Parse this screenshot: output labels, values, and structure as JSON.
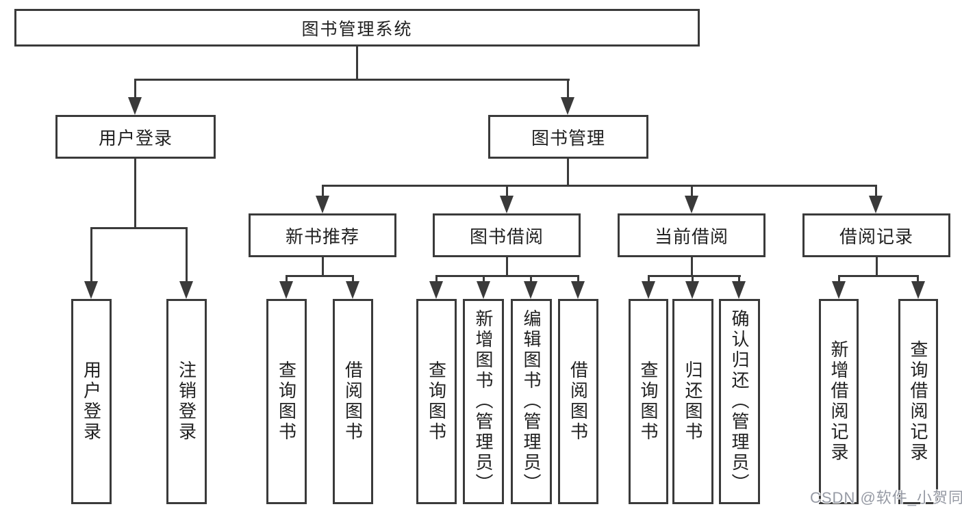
{
  "diagram_type": "hierarchy-tree",
  "colors": {
    "line": "#3a3a3a",
    "box_border": "#3a3a3a",
    "text": "#212121",
    "background": "#ffffff",
    "watermark": "#969aa4"
  },
  "nodes": {
    "root": "图书管理系统",
    "user_login": "用户登录",
    "book_mgmt": "图书管理",
    "new_book_rec": "新书推荐",
    "book_borrow": "图书借阅",
    "current_borrow": "当前借阅",
    "borrow_record": "借阅记录",
    "leaf_user_login": "用户登录",
    "leaf_logout": "注销登录",
    "leaf_query_books_1": "查询图书",
    "leaf_borrow_books_1": "借阅图书",
    "leaf_query_books_2": "查询图书",
    "leaf_add_books": "新增图书（管理员）",
    "leaf_edit_books": "编辑图书（管理员）",
    "leaf_borrow_books_2": "借阅图书",
    "leaf_query_books_3": "查询图书",
    "leaf_return_books": "归还图书",
    "leaf_confirm_return": "确认归还（管理员）",
    "leaf_add_borrow_record": "新增借阅记录",
    "leaf_query_borrow_record": "查询借阅记录"
  },
  "edges": [
    {
      "from": "root",
      "to": [
        "user_login",
        "book_mgmt"
      ]
    },
    {
      "from": "user_login",
      "to": [
        "leaf_user_login",
        "leaf_logout"
      ]
    },
    {
      "from": "book_mgmt",
      "to": [
        "new_book_rec",
        "book_borrow",
        "current_borrow",
        "borrow_record"
      ]
    },
    {
      "from": "new_book_rec",
      "to": [
        "leaf_query_books_1",
        "leaf_borrow_books_1"
      ]
    },
    {
      "from": "book_borrow",
      "to": [
        "leaf_query_books_2",
        "leaf_add_books",
        "leaf_edit_books",
        "leaf_borrow_books_2"
      ]
    },
    {
      "from": "current_borrow",
      "to": [
        "leaf_query_books_3",
        "leaf_return_books",
        "leaf_confirm_return"
      ]
    },
    {
      "from": "borrow_record",
      "to": [
        "leaf_add_borrow_record",
        "leaf_query_borrow_record"
      ]
    }
  ],
  "watermark": "CSDN @软件_小贺同学"
}
